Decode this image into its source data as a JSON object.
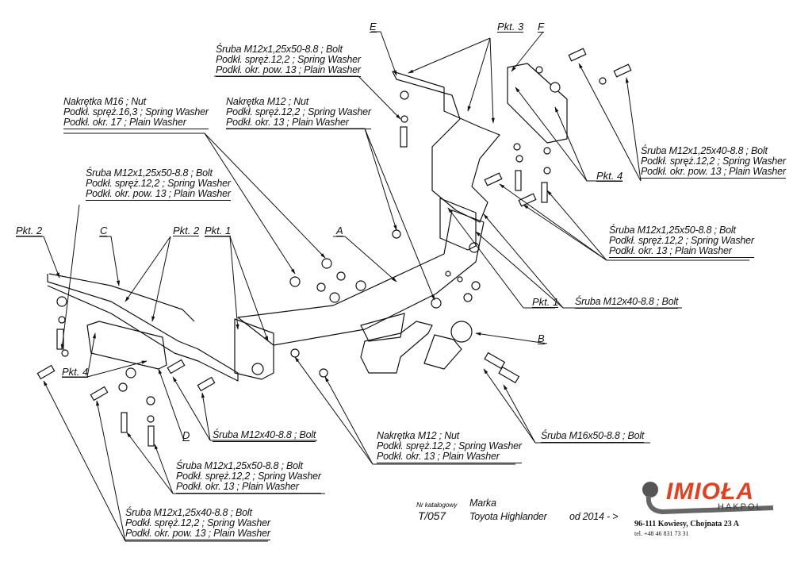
{
  "parts": {
    "A": "A",
    "B": "B",
    "C": "C",
    "D": "D",
    "E": "E",
    "F": "F"
  },
  "points": {
    "pkt1": "Pkt. 1",
    "pkt2": "Pkt. 2",
    "pkt3": "Pkt. 3",
    "pkt4": "Pkt. 4"
  },
  "callouts": {
    "top_center_bolt": [
      "Śruba M12x1,25x50-8.8 ;  Bolt",
      "Podkł. spręż.12,2 ; Spring Washer",
      "Podkł. okr. pow. 13 ; Plain Washer"
    ],
    "nut_m16": [
      "Nakrętka  M16 ; Nut",
      "Podkł. spręż.16,3 ; Spring Washer",
      "Podkł. okr. 17 ; Plain Washer"
    ],
    "nut_m12_top": [
      "Nakrętka  M12 ; Nut",
      "Podkł. spręż.12,2 ; Spring Washer",
      "Podkł. okr. 13 ; Plain Washer"
    ],
    "left_bolt": [
      "Śruba M12x1,25x50-8.8 ;  Bolt",
      "Podkł. spręż.12,2 ; Spring Washer",
      "Podkł. okr. pow. 13 ; Plain Washer"
    ],
    "right_top_bolt": [
      "Śruba M12x1,25x40-8.8 ;  Bolt",
      "Podkł. spręż.12,2 ; Spring Washer",
      "Podkł. okr. pow. 13 ; Plain Washer"
    ],
    "right_mid_bolt": [
      "Śruba M12x1,25x50-8.8 ;  Bolt",
      "Podkł. spręż.12,2 ; Spring Washer",
      "Podkł. okr. 13 ; Plain Washer"
    ],
    "right_m12x40": "Śruba M12x40-8.8 ;  Bolt",
    "bottom_m12x40": "Śruba M12x40-8.8 ;  Bolt",
    "m16x50": "Śruba M16x50-8.8 ;  Bolt",
    "nut_m12_bottom": [
      "Nakrętka  M12 ; Nut",
      "Podkł. spręż.12,2 ; Spring Washer",
      "Podkł. okr. 13 ; Plain Washer"
    ],
    "bottom_bolt_50": [
      "Śruba M12x1,25x50-8.8 ;  Bolt",
      "Podkł. spręż.12,2 ; Spring Washer",
      "Podkł. okr. 13 ; Plain Washer"
    ],
    "bottom_bolt_40": [
      "Śruba M12x1,25x40-8.8 ;  Bolt",
      "Podkł. spręż.12,2 ; Spring Washer",
      "Podkł. okr. pow. 13 ; Plain Washer"
    ]
  },
  "title_block": {
    "catalog_label": "Nr katalogowy",
    "catalog_number": "T/057",
    "make_label": "Marka",
    "make_value": "Toyota Highlander",
    "year": "od 2014 - >"
  },
  "brand": {
    "name": "IMIOŁA",
    "sub": "HAKPOL",
    "address": "96-111 Kowiesy, Chojnata 23 A",
    "phone": "tel. +48 46 831 73 31",
    "accent_color": "#e2401f",
    "ball_color": "#555555"
  }
}
